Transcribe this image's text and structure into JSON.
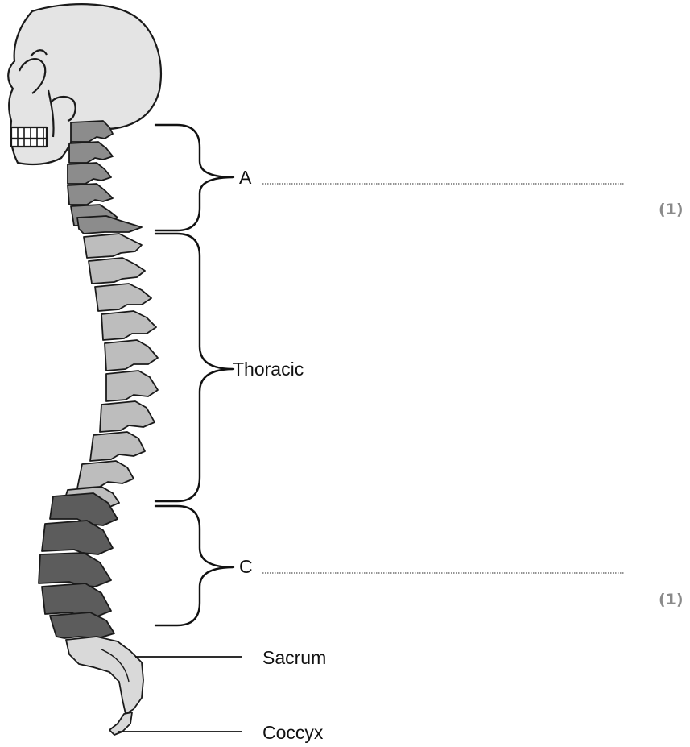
{
  "labels": {
    "region_a": "A",
    "region_thoracic": "Thoracic",
    "region_c": "C",
    "sacrum": "Sacrum",
    "coccyx": "Coccyx"
  },
  "marks": {
    "question_a": "(1)",
    "question_c": "(1)"
  },
  "colors": {
    "skull": "#e4e4e4",
    "cervical": "#8c8c8c",
    "thoracic": "#bdbdbd",
    "lumbar": "#5c5c5c",
    "sacrum": "#d9d9d9",
    "outline": "#1a1a1a"
  }
}
